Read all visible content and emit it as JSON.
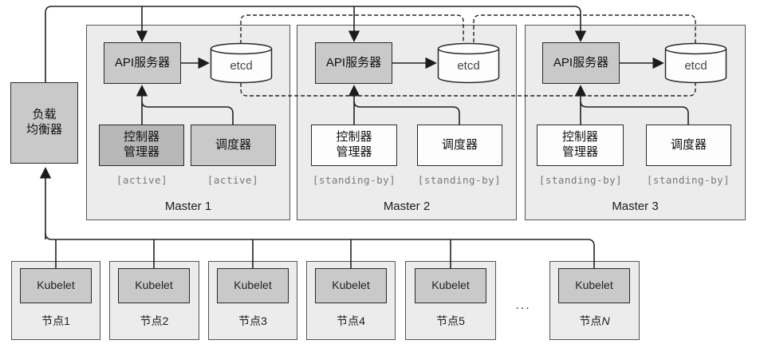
{
  "load_balancer": {
    "line1": "负载",
    "line2": "均衡器"
  },
  "masters": [
    {
      "name": "Master 1",
      "api_server": "API服务器",
      "etcd": "etcd",
      "controller_line1": "控制器",
      "controller_line2": "管理器",
      "scheduler": "调度器",
      "controller_status": "[active]",
      "scheduler_status": "[active]"
    },
    {
      "name": "Master 2",
      "api_server": "API服务器",
      "etcd": "etcd",
      "controller_line1": "控制器",
      "controller_line2": "管理器",
      "scheduler": "调度器",
      "controller_status": "[standing-by]",
      "scheduler_status": "[standing-by]"
    },
    {
      "name": "Master 3",
      "api_server": "API服务器",
      "etcd": "etcd",
      "controller_line1": "控制器",
      "controller_line2": "管理器",
      "scheduler": "调度器",
      "controller_status": "[standing-by]",
      "scheduler_status": "[standing-by]"
    }
  ],
  "nodes": [
    {
      "kubelet": "Kubelet",
      "label": "节点1",
      "label_italic": ""
    },
    {
      "kubelet": "Kubelet",
      "label": "节点2",
      "label_italic": ""
    },
    {
      "kubelet": "Kubelet",
      "label": "节点3",
      "label_italic": ""
    },
    {
      "kubelet": "Kubelet",
      "label": "节点4",
      "label_italic": ""
    },
    {
      "kubelet": "Kubelet",
      "label": "节点5",
      "label_italic": ""
    },
    {
      "kubelet": "Kubelet",
      "label": "节点",
      "label_italic": "N"
    }
  ],
  "ellipsis": "...",
  "colors": {
    "panel_fill": "#ececec",
    "panel_border": "#555555",
    "box_gray": "#c9c9c9",
    "box_dark_gray": "#b7b7b7",
    "box_white": "#fdfdfd",
    "box_border": "#2a2a2a",
    "line": "#222222",
    "status_text": "#787878",
    "text": "#111111"
  }
}
